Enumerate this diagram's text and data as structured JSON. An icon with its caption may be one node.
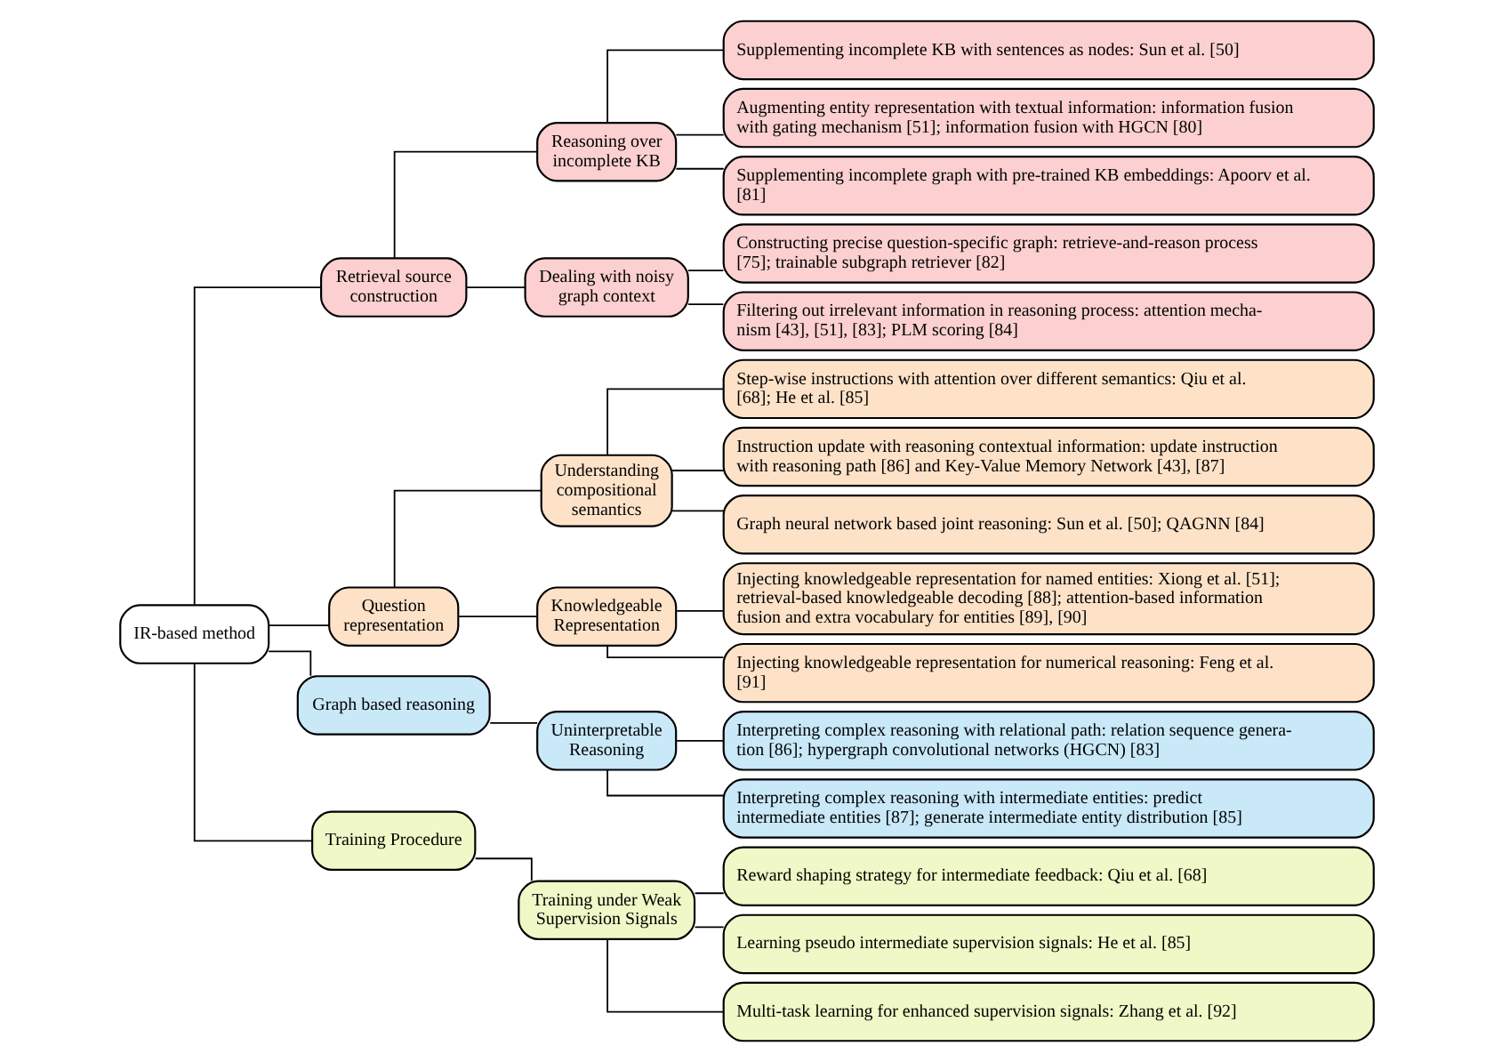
{
  "diagram": {
    "nodes": [
      {
        "text": [
          "IR-based method"
        ]
      },
      {
        "text": [
          "Retrieval source construction"
        ]
      },
      {
        "text": [
          "Reasoning over incomplete KB"
        ]
      },
      {
        "text": [
          "Supplementing incomplete KB with sentences as nodes: Sun et al. [50]"
        ]
      },
      {
        "text": [
          "Augmenting entity representation with textual information: information fusion with gating mechanism [51]; information fusion with HGCN [80]"
        ]
      },
      {
        "text": [
          "Supplementing incomplete graph with pre-trained KB embeddings: Apoorv et al. [81]"
        ]
      },
      {
        "text": [
          "Dealing with noisy graph context"
        ]
      },
      {
        "text": [
          "Constructing precise question-specific graph: retrieve-and-reason process [75]; trainable subgraph retriever [82]"
        ]
      },
      {
        "text": [
          "Filtering out irrelevant information in reasoning process: attention mecha- nism [43], [51], [83]; PLM scoring [84]"
        ]
      },
      {
        "text": [
          "Question representation"
        ]
      },
      {
        "text": [
          "Understanding compositional semantics"
        ]
      },
      {
        "text": [
          "Step-wise instructions with attention over different semantics: Qiu et al. [68]; He et al. [85]"
        ]
      },
      {
        "text": [
          "Instruction update with reasoning contextual information: update instruction with reasoning path [86] and Key-Value Memory Network [43], [87]"
        ]
      },
      {
        "text": [
          "Graph neural network based joint reasoning: Sun et al. [50]; QAGNN [84]"
        ]
      },
      {
        "text": [
          "Knowledgeable Representation"
        ]
      },
      {
        "text": [
          "Injecting knowledgeable representation for named entities: Xiong et al. [51]; retrieval-based knowledgeable decoding [88]; attention-based information fusion and extra vocabulary for entities [89], [90]"
        ]
      },
      {
        "text": [
          "Injecting knowledgeable representation for numerical reasoning: Feng et al. [91]"
        ]
      },
      {
        "text": [
          "Graph based reasoning"
        ]
      },
      {
        "text": [
          "Uninterpretable Reasoning"
        ]
      },
      {
        "text": [
          "Interpreting complex reasoning with relational path: relation sequence genera- tion [86]; hypergraph convolutional networks (HGCN) [83]"
        ]
      },
      {
        "text": [
          "Interpreting complex reasoning with intermediate entities: predict intermediate entities [87]; generate intermediate entity distribution [85]"
        ]
      },
      {
        "text": [
          "Training Procedure"
        ]
      },
      {
        "text": [
          "Training under Weak Supervision Signals"
        ]
      },
      {
        "text": [
          "Reward shaping strategy for intermediate feedback: Qiu et al. [68]"
        ]
      },
      {
        "text": [
          "Learning pseudo intermediate supervision signals: He et al. [85]"
        ]
      },
      {
        "text": [
          "Multi-task learning for enhanced supervision signals: Zhang et al. [92]"
        ]
      }
    ],
    "edges": [
      {
        "from": 0,
        "to": 1,
        "arrow": "none"
      },
      {
        "from": 1,
        "to": 2,
        "arrow": "none"
      },
      {
        "from": 2,
        "to": 3,
        "arrow": "none"
      },
      {
        "from": 2,
        "to": 4,
        "arrow": "none"
      },
      {
        "from": 2,
        "to": 5,
        "arrow": "none"
      },
      {
        "from": 1,
        "to": 6,
        "arrow": "none"
      },
      {
        "from": 6,
        "to": 7,
        "arrow": "none"
      },
      {
        "from": 6,
        "to": 8,
        "arrow": "none"
      },
      {
        "from": 0,
        "to": 9,
        "arrow": "none"
      },
      {
        "from": 9,
        "to": 10,
        "arrow": "none"
      },
      {
        "from": 10,
        "to": 11,
        "arrow": "none"
      },
      {
        "from": 10,
        "to": 12,
        "arrow": "none"
      },
      {
        "from": 10,
        "to": 13,
        "arrow": "none"
      },
      {
        "from": 9,
        "to": 14,
        "arrow": "none"
      },
      {
        "from": 14,
        "to": 15,
        "arrow": "none"
      },
      {
        "from": 14,
        "to": 16,
        "arrow": "none"
      },
      {
        "from": 0,
        "to": 17,
        "arrow": "none"
      },
      {
        "from": 17,
        "to": 18,
        "arrow": "none"
      },
      {
        "from": 18,
        "to": 19,
        "arrow": "none"
      },
      {
        "from": 18,
        "to": 20,
        "arrow": "none"
      },
      {
        "from": 0,
        "to": 21,
        "arrow": "none"
      },
      {
        "from": 21,
        "to": 22,
        "arrow": "none"
      },
      {
        "from": 22,
        "to": 23,
        "arrow": "none"
      },
      {
        "from": 22,
        "to": 24,
        "arrow": "none"
      },
      {
        "from": 22,
        "to": 25,
        "arrow": "none"
      }
    ]
  }
}
